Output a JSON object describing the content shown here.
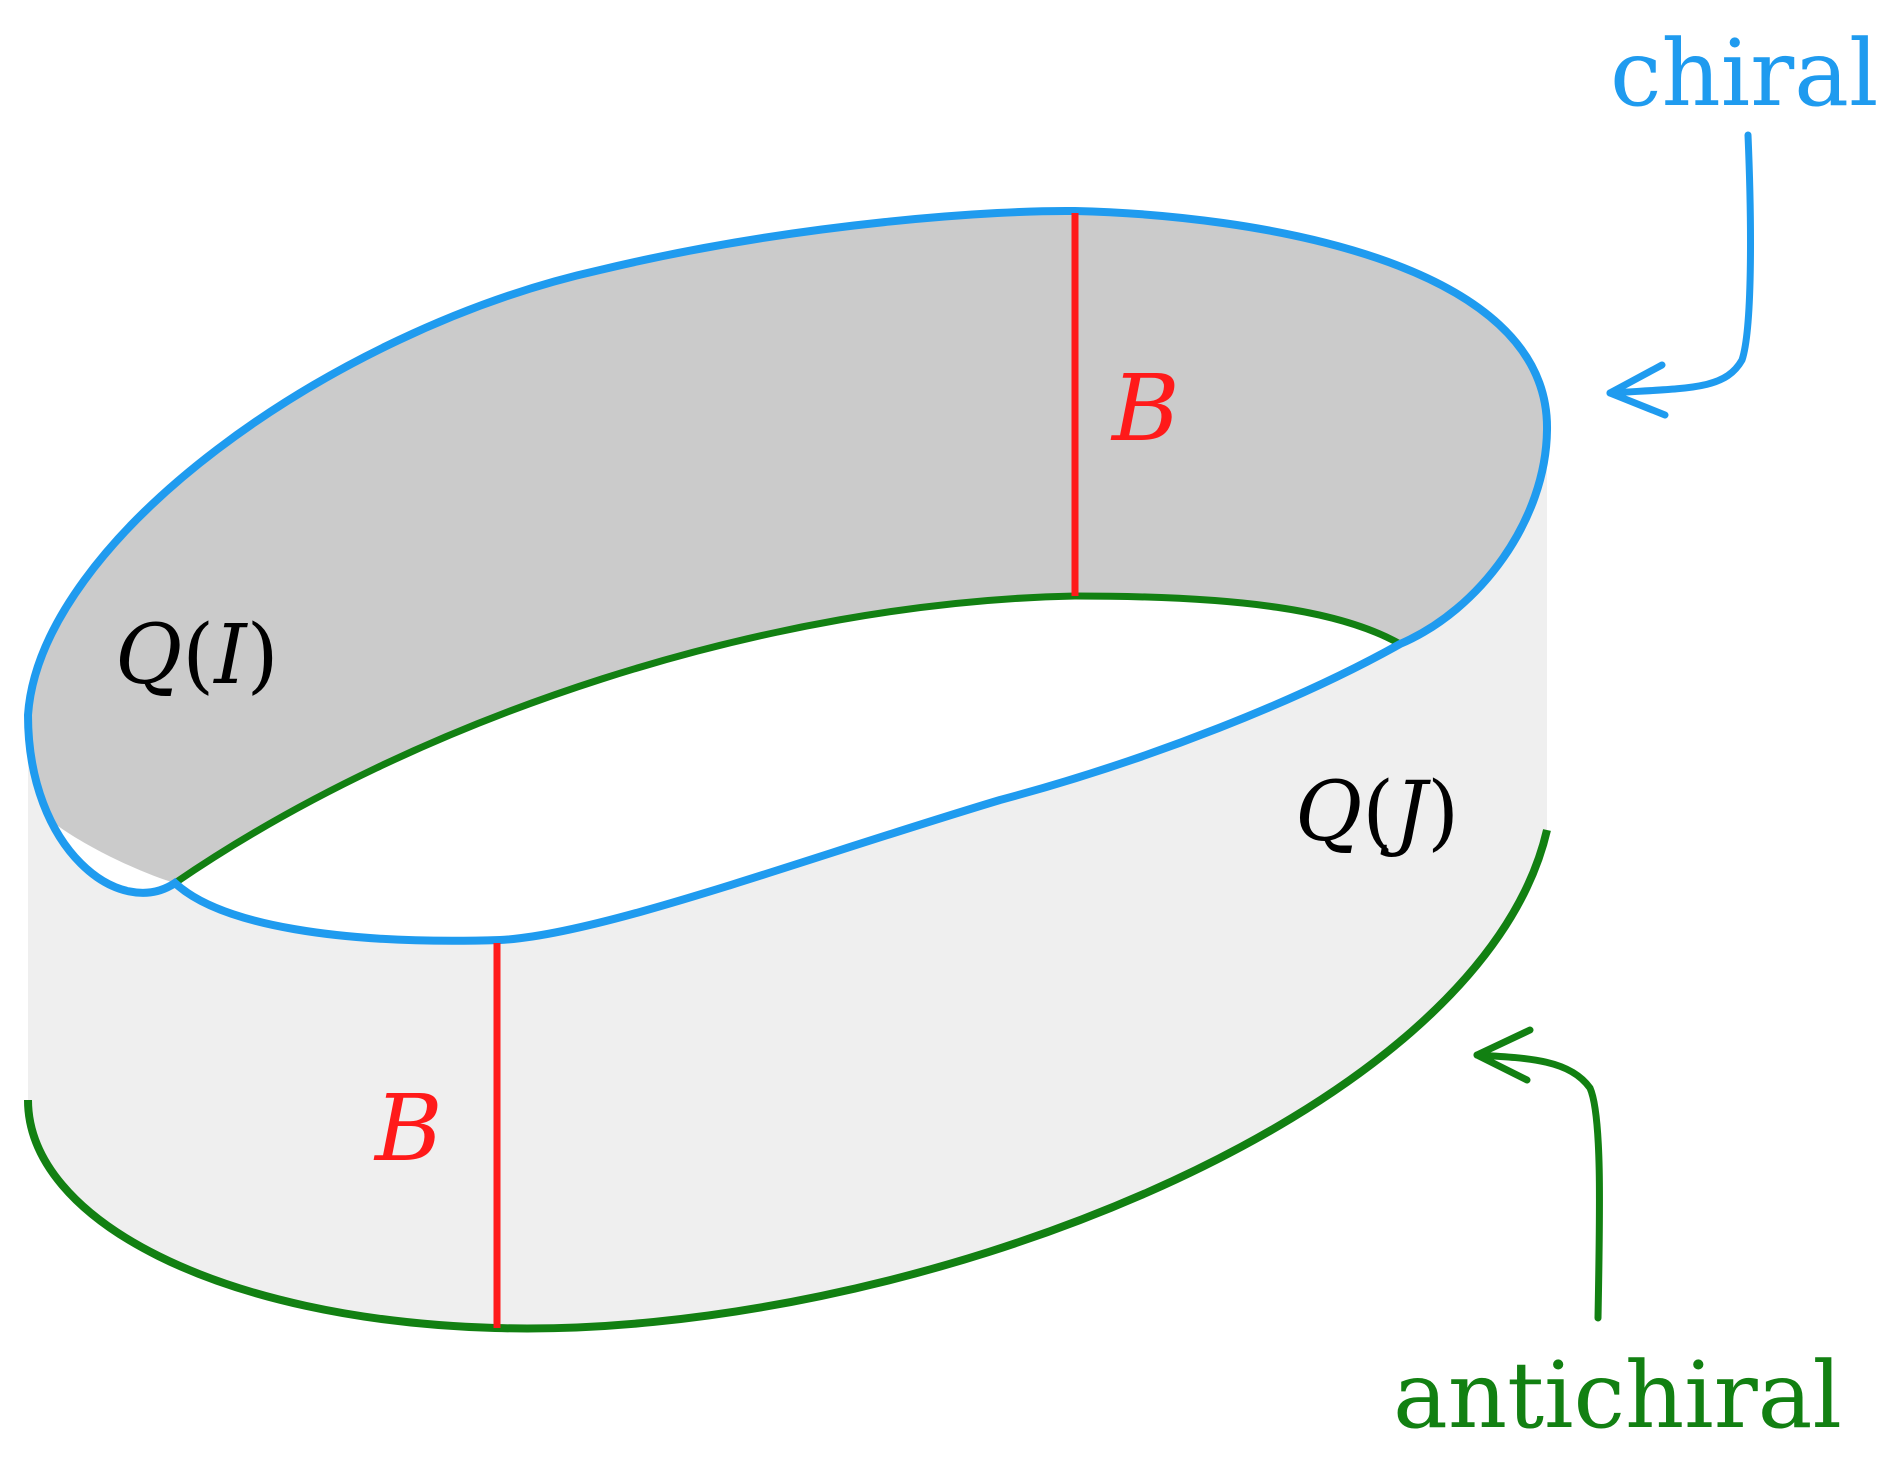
{
  "labels": {
    "chiral": "chiral",
    "antichiral": "antichiral",
    "boundary_top": "B",
    "boundary_bottom": "B",
    "region_left": {
      "symbol": "Q",
      "open": "(",
      "arg": "I",
      "close": ")"
    },
    "region_right": {
      "symbol": "Q",
      "open": "(",
      "arg": "J",
      "close": ")"
    }
  },
  "colors": {
    "chiral": "#1f9bef",
    "antichiral": "#128012",
    "boundary": "#ff1a1a",
    "inner_face": "#cbcbcb",
    "outer_face": "#efefef",
    "text": "#000000"
  }
}
